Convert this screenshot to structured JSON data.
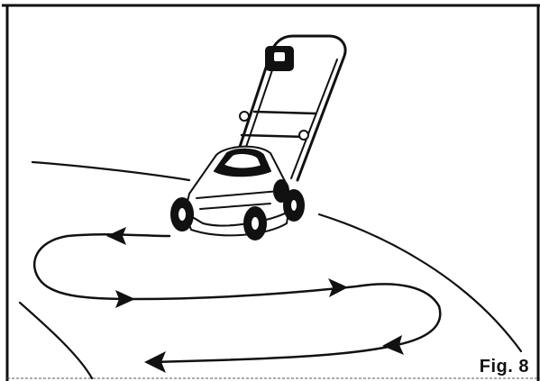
{
  "figure": {
    "label": "Fig. 8",
    "subject": "lawn-mower",
    "path_style": "serpentine mowing pattern with direction arrows"
  },
  "colors": {
    "ink": "#111111",
    "background": "#ffffff"
  }
}
